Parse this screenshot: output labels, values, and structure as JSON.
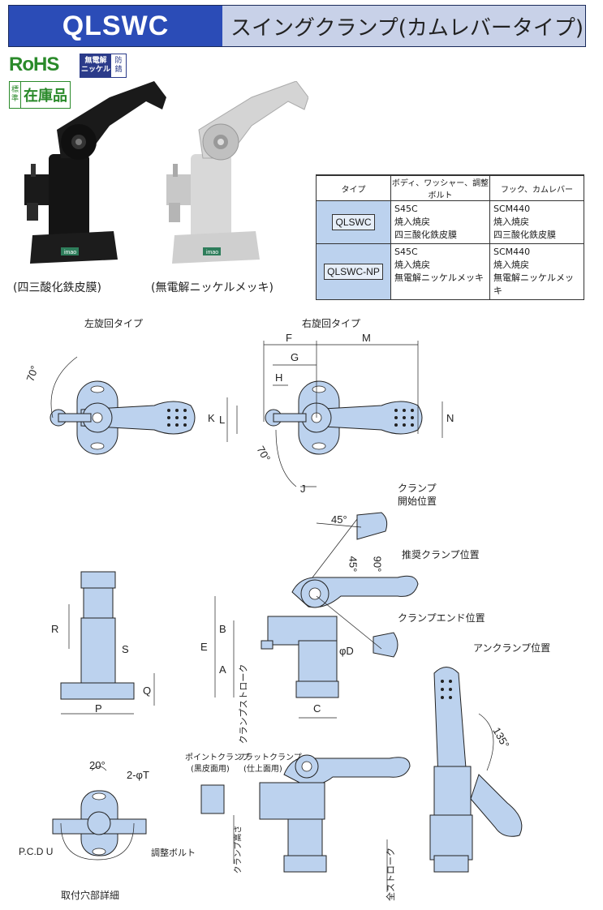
{
  "header": {
    "code": "QLSWC",
    "title": "スイングクランプ(カムレバータイプ)"
  },
  "badges": {
    "rohs": "RoHS",
    "nickel": {
      "line1": "無電解",
      "line2": "ニッケル",
      "right1": "防",
      "right2": "錆"
    },
    "stock": {
      "small1": "標",
      "small2": "準",
      "main": "在庫品"
    }
  },
  "photos": {
    "black_caption": "(四三酸化鉄皮膜)",
    "silver_caption": "(無電解ニッケルメッキ)",
    "brand_mark": "imao"
  },
  "material_table": {
    "headers": [
      "タイプ",
      "ボディ、ワッシャー、調整ボルト",
      "フック、カムレバー"
    ],
    "rows": [
      {
        "type": "QLSWC",
        "body": [
          "S45C",
          "焼入焼戻",
          "四三酸化鉄皮膜"
        ],
        "hook": [
          "SCM440",
          "焼入焼戻",
          "四三酸化鉄皮膜"
        ]
      },
      {
        "type": "QLSWC-NP",
        "body": [
          "S45C",
          "焼入焼戻",
          "無電解ニッケルメッキ"
        ],
        "hook": [
          "SCM440",
          "焼入焼戻",
          "無電解ニッケルメッキ"
        ]
      }
    ]
  },
  "drawings": {
    "left_rotation": "左旋回タイプ",
    "right_rotation": "右旋回タイプ",
    "angle_70": "70°",
    "dims": {
      "F": "F",
      "M": "M",
      "G": "G",
      "H": "H",
      "K": "K",
      "L": "L",
      "N": "N",
      "J": "J",
      "R": "R",
      "S": "S",
      "Q": "Q",
      "P": "P",
      "E": "E",
      "B": "B",
      "A": "A",
      "C": "C",
      "phiD": "φD",
      "T": "2-φT",
      "PCD": "P.C.D U"
    },
    "angle_20": "20°",
    "angle_45a": "45°",
    "angle_45b": "45°",
    "angle_90": "90°",
    "angle_135": "135°",
    "clamp_stroke": "クランプストローク",
    "clamp_open_1": "クランプ",
    "clamp_open_2": "開始位置",
    "recommended": "推奨クランプ位置",
    "clamp_end": "クランプエンド位置",
    "unclamp": "アンクランプ位置",
    "point_clamp_1": "ポイントクランプ",
    "point_clamp_2": "(黒皮面用)",
    "flat_clamp_1": "フラットクランプ",
    "flat_clamp_2": "(仕上面用)",
    "adjust_bolt": "調整ボルト",
    "clamp_height": "クランプ高さ",
    "full_stroke": "全ストローク",
    "mount_detail": "取付穴部詳細"
  }
}
